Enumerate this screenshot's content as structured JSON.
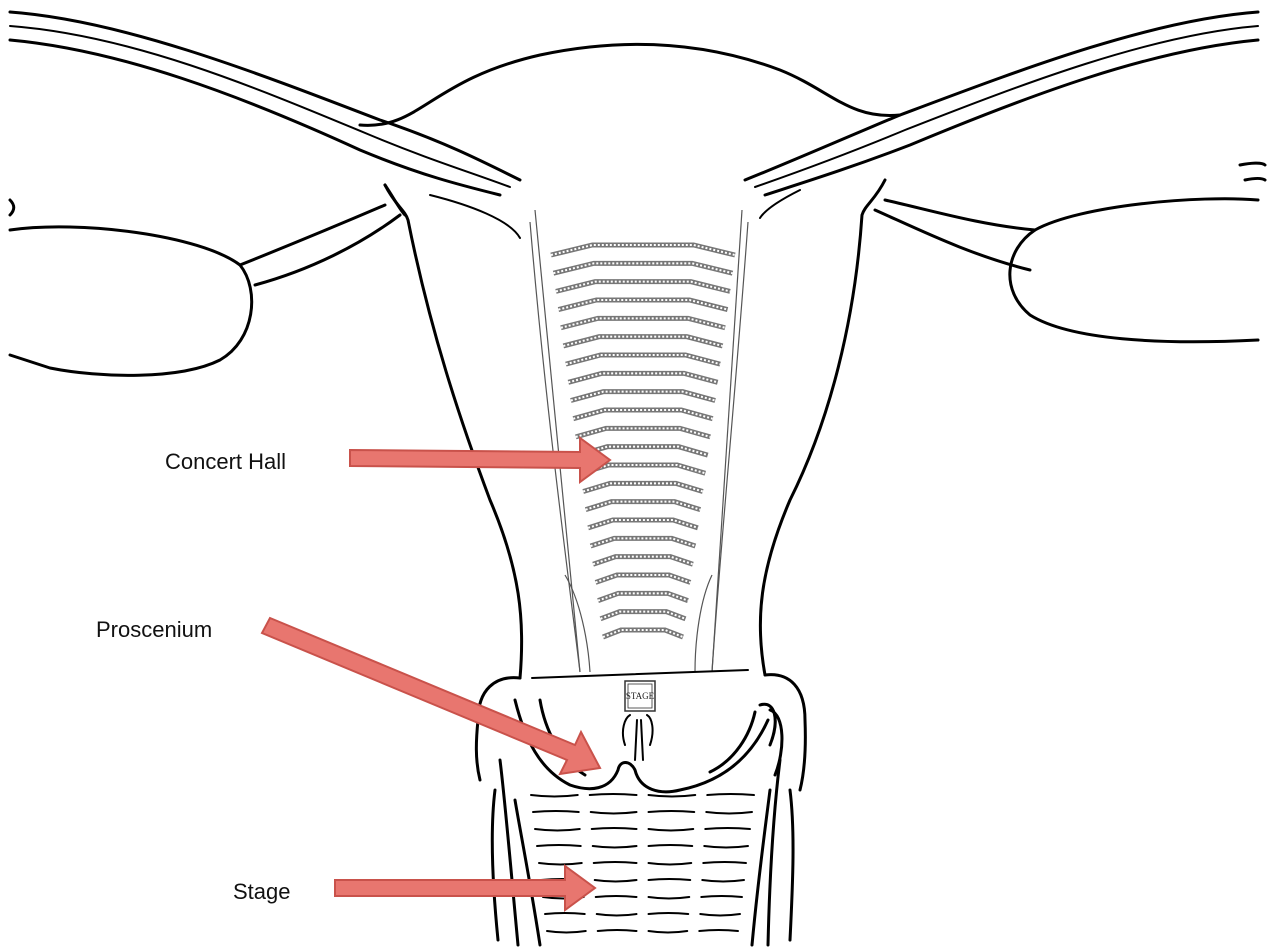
{
  "labels": {
    "concert_hall": "Concert Hall",
    "proscenium": "Proscenium",
    "stage": "Stage"
  },
  "seating_plan": {
    "stage_sign": "STAGE"
  },
  "colors": {
    "arrow_fill": "#e8766f",
    "arrow_stroke": "#c9524b",
    "outline": "#000000"
  }
}
